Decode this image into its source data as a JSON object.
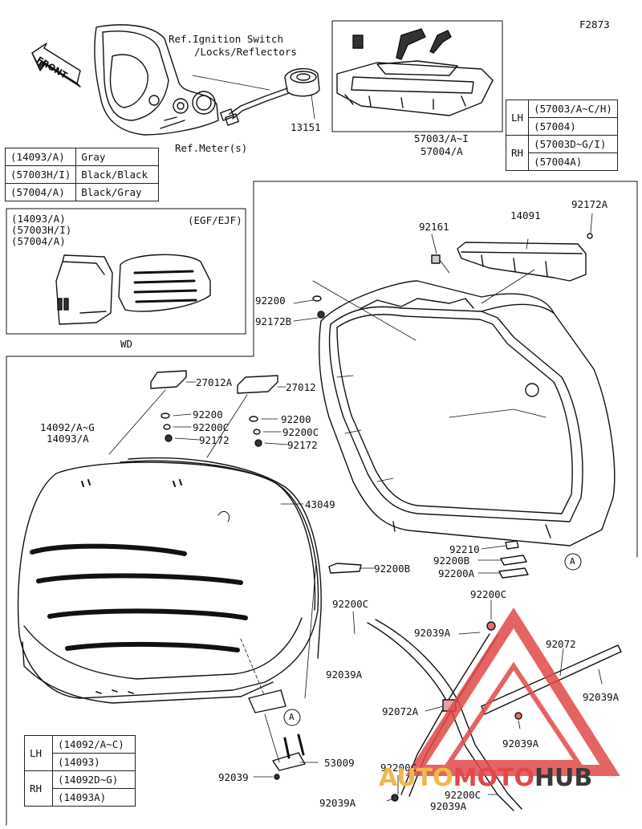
{
  "figure_code": "F2873",
  "front_label": "FRONT",
  "ref_ignition": [
    "Ref.Ignition Switch",
    "/Locks/Reflectors"
  ],
  "ref_meter": "Ref.Meter(s)",
  "part_13151": "13151",
  "color_table": [
    {
      "code": "(14093/A)",
      "color": "Gray"
    },
    {
      "code": "(57003H/I)",
      "color": "Black/Black"
    },
    {
      "code": "(57004/A)",
      "color": "Black/Gray"
    }
  ],
  "wd_box": {
    "codes": [
      "(14093/A)",
      "(57003H/I)",
      "(57004/A)"
    ],
    "region": "(EGF/EJF)",
    "caption": "WD"
  },
  "side_table_top": [
    {
      "side": "LH",
      "items": [
        "(57003/A~C/H)",
        "(57004)"
      ]
    },
    {
      "side": "RH",
      "items": [
        "(57003D~G/I)",
        "(57004A)"
      ]
    }
  ],
  "side_table_bottom": [
    {
      "side": "LH",
      "items": [
        "(14092/A~C)",
        "(14093)"
      ]
    },
    {
      "side": "RH",
      "items": [
        "(14092D~G)",
        "(14093A)"
      ]
    }
  ],
  "labels": {
    "l_57003": "57003/A~I",
    "l_57004": "57004/A",
    "l_14091": "14091",
    "l_92172A_top": "92172A",
    "l_92161": "92161",
    "l_92200_a": "92200",
    "l_92172B": "92172B",
    "l_27012A": "27012A",
    "l_27012": "27012",
    "l_92200_b": "92200",
    "l_92200C_b": "92200C",
    "l_92172_b": "92172",
    "l_92200_c": "92200",
    "l_92200C_c": "92200C",
    "l_92172_c": "92172",
    "l_14092": "14092/A~G",
    "l_14093": "14093/A",
    "l_43049": "43049",
    "l_92210": "92210",
    "l_92200B_r": "92200B",
    "l_92200A_r": "92200A",
    "l_92200B_m": "92200B",
    "l_92200C_m": "92200C",
    "l_92039A_m": "92039A",
    "l_92200C_r": "92200C",
    "l_92039A_r1": "92039A",
    "l_92072": "92072",
    "l_92039A_r2": "92039A",
    "l_92072A": "92072A",
    "l_92039A_r3": "92039A",
    "l_53009": "53009",
    "l_92039": "92039",
    "l_92200C_bl": "92200C",
    "l_92039A_bl": "92039A",
    "l_92200C_bm": "92200C",
    "l_92039A_bm": "92039A",
    "a_top": "A",
    "a_bottom": "A"
  },
  "watermark": {
    "part1": "AUTO",
    "part2": "MOTO",
    "part3": "HUB",
    "color1": "#f0b84a",
    "color2": "#e24848",
    "color3": "#3a3a3a"
  }
}
